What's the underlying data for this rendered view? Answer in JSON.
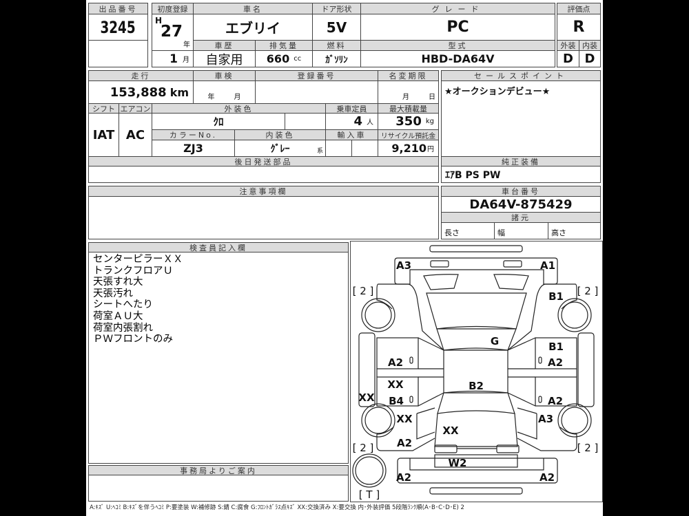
{
  "lot": {
    "label": "出品番号",
    "value": "3245"
  },
  "first_reg": {
    "label": "初度登録",
    "era": "H",
    "year": "27",
    "year_unit": "年",
    "month": "1",
    "month_unit": "月"
  },
  "car_name": {
    "label": "車名",
    "value": "エブリイ"
  },
  "door": {
    "label": "ドア形状",
    "value": "5V"
  },
  "grade": {
    "label": "グレード",
    "value": "PC"
  },
  "history": {
    "label": "車歴",
    "value": "自家用"
  },
  "displacement": {
    "label": "排気量",
    "value": "660",
    "unit": "cc"
  },
  "fuel": {
    "label": "燃料",
    "value": "ｶﾞｿﾘﾝ"
  },
  "model": {
    "label": "型式",
    "value": "HBD-DA64V"
  },
  "score": {
    "label": "評価点",
    "value": "R",
    "exterior_label": "外装",
    "interior_label": "内装",
    "exterior": "D",
    "interior": "D"
  },
  "mileage": {
    "label": "走行",
    "value": "153,888",
    "unit": "km"
  },
  "inspection": {
    "label": "車検",
    "year_unit": "年",
    "month_unit": "月"
  },
  "reg_number": {
    "label": "登録番号"
  },
  "name_change": {
    "label": "名変期限",
    "month_unit": "月",
    "day_unit": "日"
  },
  "shift": {
    "label": "シフト",
    "value": "IAT"
  },
  "aircon": {
    "label": "エアコン",
    "value": "AC"
  },
  "ext_color": {
    "label": "外装色",
    "value": "ｸﾛ"
  },
  "capacity": {
    "label": "乗車定員",
    "value": "4",
    "unit": "人"
  },
  "max_load": {
    "label": "最大積載量",
    "value": "350",
    "unit": "kg"
  },
  "color_no": {
    "label": "カラーNo.",
    "value": "ZJ3"
  },
  "int_color": {
    "label": "内装色",
    "value": "ｸﾞﾚｰ",
    "suffix": "系"
  },
  "import": {
    "label": "輸入車"
  },
  "recycle": {
    "label": "リサイクル預託金",
    "value": "9,210",
    "unit": "円"
  },
  "later_parts": {
    "label": "後日発送部品"
  },
  "sales_point": {
    "label": "セールスポイント",
    "value": "★オークションデビュー★"
  },
  "equipment": {
    "label": "純正装備",
    "value": "ｴｱB PS PW"
  },
  "notes_section": {
    "label": "注意事項欄"
  },
  "chassis": {
    "label": "車台番号",
    "value": "DA64V-875429"
  },
  "specs": {
    "label": "諸元",
    "length": "長さ",
    "width": "幅",
    "height": "高さ"
  },
  "inspector": {
    "label": "検査員記入欄",
    "notes": [
      "センターピラーＸＸ",
      "トランクフロアＵ",
      "天張すれ大",
      "天張汚れ",
      "シートへたり",
      "荷室ＡＵ大",
      "荷室内張割れ",
      "ＰＷフロントのみ"
    ]
  },
  "office": {
    "label": "事務局よりご案内"
  },
  "diagram": {
    "marks": [
      "A3",
      "A1",
      "[ 2 ]",
      "[ 2 ]",
      "B1",
      "G",
      "B1",
      "A2",
      "A2",
      "B2",
      "XX",
      "XX",
      "B4",
      "A2",
      "XX",
      "A3",
      "XX",
      "A2",
      "[ 2 ]",
      "[ 2 ]",
      "W2",
      "A2",
      "A2",
      "[ T ]"
    ]
  },
  "legend": "A:ｷｽﾞ U:ﾍｺﾐ B:ｷｽﾞを伴うﾍｺﾐ P:要塗装 W:補修跡 S:錆 C:腐食 G:ﾌﾛﾝﾄｶﾞﾗｽ点ｷｽﾞ XX:交換済み X:要交換 内･外装評価 5段階ﾗﾝｸ順(A･B･C･D･E) 2"
}
